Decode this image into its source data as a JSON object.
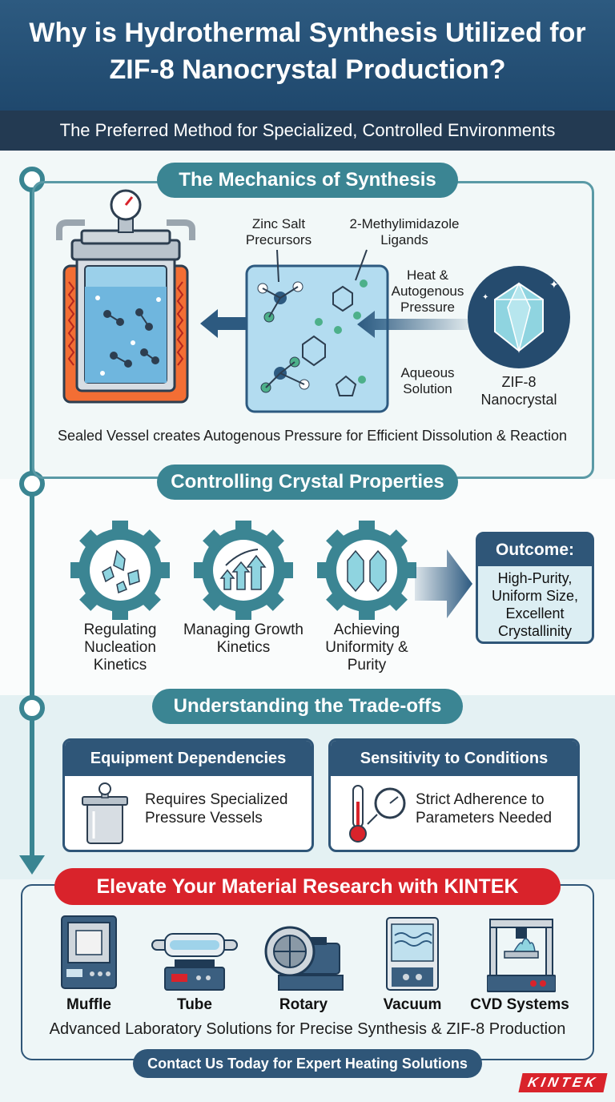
{
  "header": {
    "title": "Why is Hydrothermal Synthesis Utilized for ZIF-8 Nanocrystal Production?",
    "subtitle": "The Preferred Method for Specialized, Controlled Environments"
  },
  "mechanics": {
    "heading": "The Mechanics of Synthesis",
    "labels": {
      "zinc": "Zinc Salt Precursors",
      "ligands": "2-Methylimidazole Ligands",
      "heat": "Heat & Autogenous Pressure",
      "aqueous": "Aqueous Solution",
      "crystal": "ZIF-8 Nanocrystal"
    },
    "caption": "Sealed Vessel creates Autogenous Pressure for Efficient Dissolution & Reaction"
  },
  "control": {
    "heading": "Controlling Crystal Properties",
    "gears": [
      {
        "label": "Regulating Nucleation Kinetics"
      },
      {
        "label": "Managing Growth Kinetics"
      },
      {
        "label": "Achieving Uniformity & Purity"
      }
    ],
    "outcome_title": "Outcome:",
    "outcome_text": "High-Purity, Uniform Size, Excellent Crystallinity"
  },
  "tradeoffs": {
    "heading": "Understanding the Trade-offs",
    "cards": [
      {
        "title": "Equipment Dependencies",
        "text": "Requires Specialized Pressure Vessels"
      },
      {
        "title": "Sensitivity to Conditions",
        "text": "Strict Adherence to Parameters Needed"
      }
    ]
  },
  "kintek": {
    "heading": "Elevate Your Material Research with KINTEK",
    "products": [
      "Muffle",
      "Tube",
      "Rotary",
      "Vacuum",
      "CVD Systems"
    ],
    "caption": "Advanced Laboratory Solutions for Precise Synthesis & ZIF-8 Production",
    "cta": "Contact Us Today for Expert Heating Solutions",
    "logo": "KINTEK"
  },
  "colors": {
    "header": "#2d5a80",
    "teal": "#3b8593",
    "navy": "#2f5678",
    "red": "#d9232b"
  }
}
